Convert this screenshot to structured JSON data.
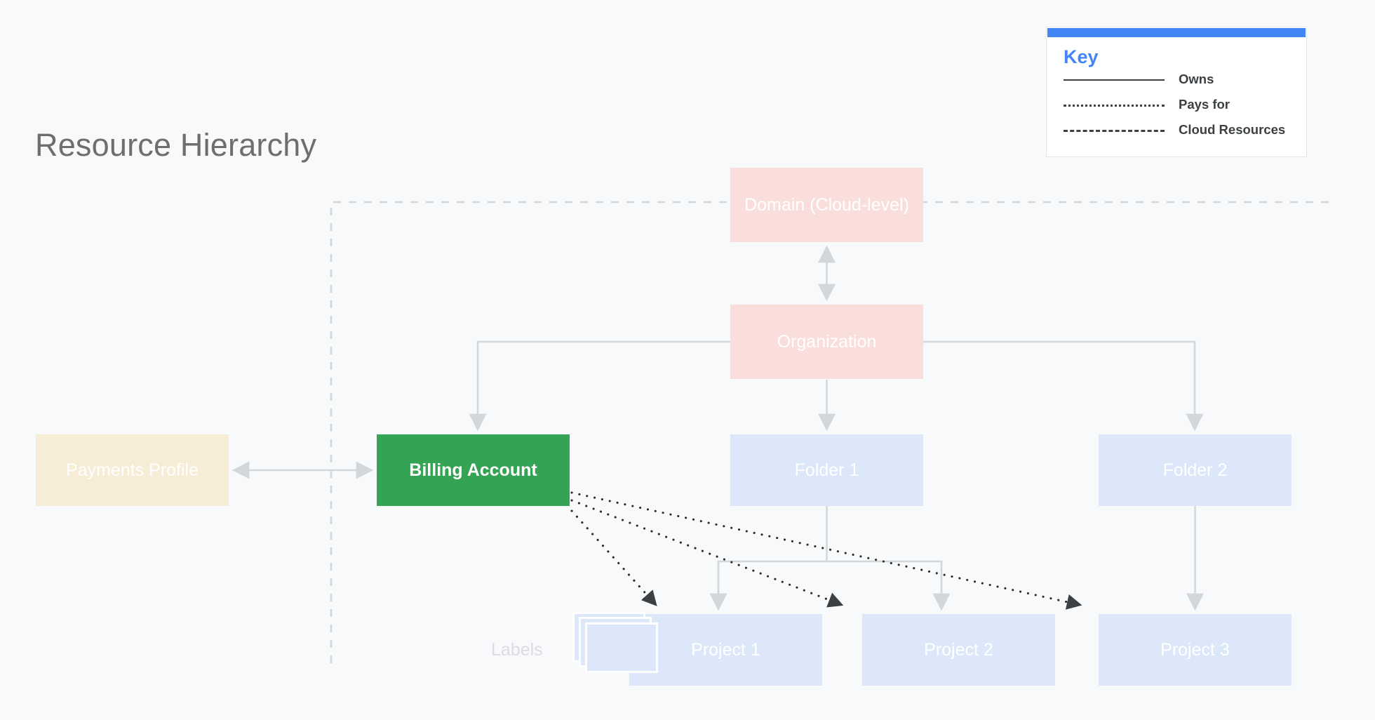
{
  "page": {
    "title": "Resource Hierarchy",
    "background": "#F7F9FA"
  },
  "key": {
    "title": "Key",
    "accent_color": "#4285F4",
    "entries": [
      {
        "style": "solid",
        "label": "Owns"
      },
      {
        "style": "dotted",
        "label": "Pays for"
      },
      {
        "style": "dashed",
        "label": "Cloud Resources"
      }
    ]
  },
  "nodes": {
    "domain": {
      "label": "Domain (Cloud-level)",
      "color": "#F9DEDC"
    },
    "organization": {
      "label": "Organization",
      "color": "#F9DEDC"
    },
    "billing": {
      "label": "Billing Account",
      "color": "#34A353"
    },
    "payments": {
      "label": "Payments Profile",
      "color": "#F7EDD7"
    },
    "folder1": {
      "label": "Folder 1",
      "color": "#DCE7FA"
    },
    "folder2": {
      "label": "Folder 2",
      "color": "#DCE7FA"
    },
    "project1": {
      "label": "Project 1",
      "color": "#DCE7FA"
    },
    "project2": {
      "label": "Project 2",
      "color": "#DCE7FA"
    },
    "project3": {
      "label": "Project 3",
      "color": "#DCE7FA"
    },
    "labels": {
      "label": "Labels",
      "color": "#DCE7FA"
    }
  },
  "edges": [
    {
      "from": "domain",
      "to": "organization",
      "style": "owns",
      "direction": "both"
    },
    {
      "from": "payments",
      "to": "billing",
      "style": "owns",
      "direction": "both"
    },
    {
      "from": "organization",
      "to": "billing",
      "style": "owns",
      "direction": "to"
    },
    {
      "from": "organization",
      "to": "folder1",
      "style": "owns",
      "direction": "to"
    },
    {
      "from": "organization",
      "to": "folder2",
      "style": "owns",
      "direction": "to"
    },
    {
      "from": "folder1",
      "to": "project1",
      "style": "owns",
      "direction": "to"
    },
    {
      "from": "folder1",
      "to": "project2",
      "style": "owns",
      "direction": "to"
    },
    {
      "from": "folder2",
      "to": "project3",
      "style": "owns",
      "direction": "to"
    },
    {
      "from": "billing",
      "to": "project1",
      "style": "pays-for",
      "direction": "to"
    },
    {
      "from": "billing",
      "to": "project2",
      "style": "pays-for",
      "direction": "to"
    },
    {
      "from": "billing",
      "to": "project3",
      "style": "pays-for",
      "direction": "to"
    }
  ],
  "cloud_resources_boundary": {
    "style": "dashed",
    "color": "#D4D7DA"
  }
}
